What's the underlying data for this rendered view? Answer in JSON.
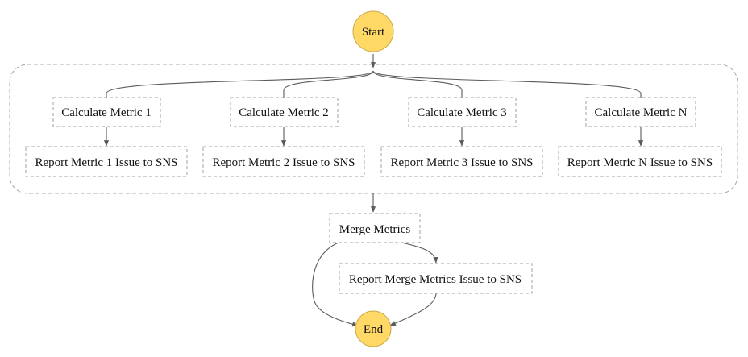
{
  "states": {
    "start": "Start",
    "end": "End",
    "calc_1": "Calculate Metric 1",
    "calc_2": "Calculate Metric 2",
    "calc_3": "Calculate Metric 3",
    "calc_n": "Calculate Metric N",
    "report_1": "Report Metric 1 Issue to SNS",
    "report_2": "Report Metric 2 Issue to SNS",
    "report_3": "Report Metric 3 Issue to SNS",
    "report_n": "Report Metric N Issue to SNS",
    "merge": "Merge Metrics",
    "report_merge": "Report Merge Metrics Issue to SNS"
  },
  "colors": {
    "terminal_fill": "#ffd866",
    "box_border": "#a0a0a0",
    "edge": "#5a5a5a"
  }
}
